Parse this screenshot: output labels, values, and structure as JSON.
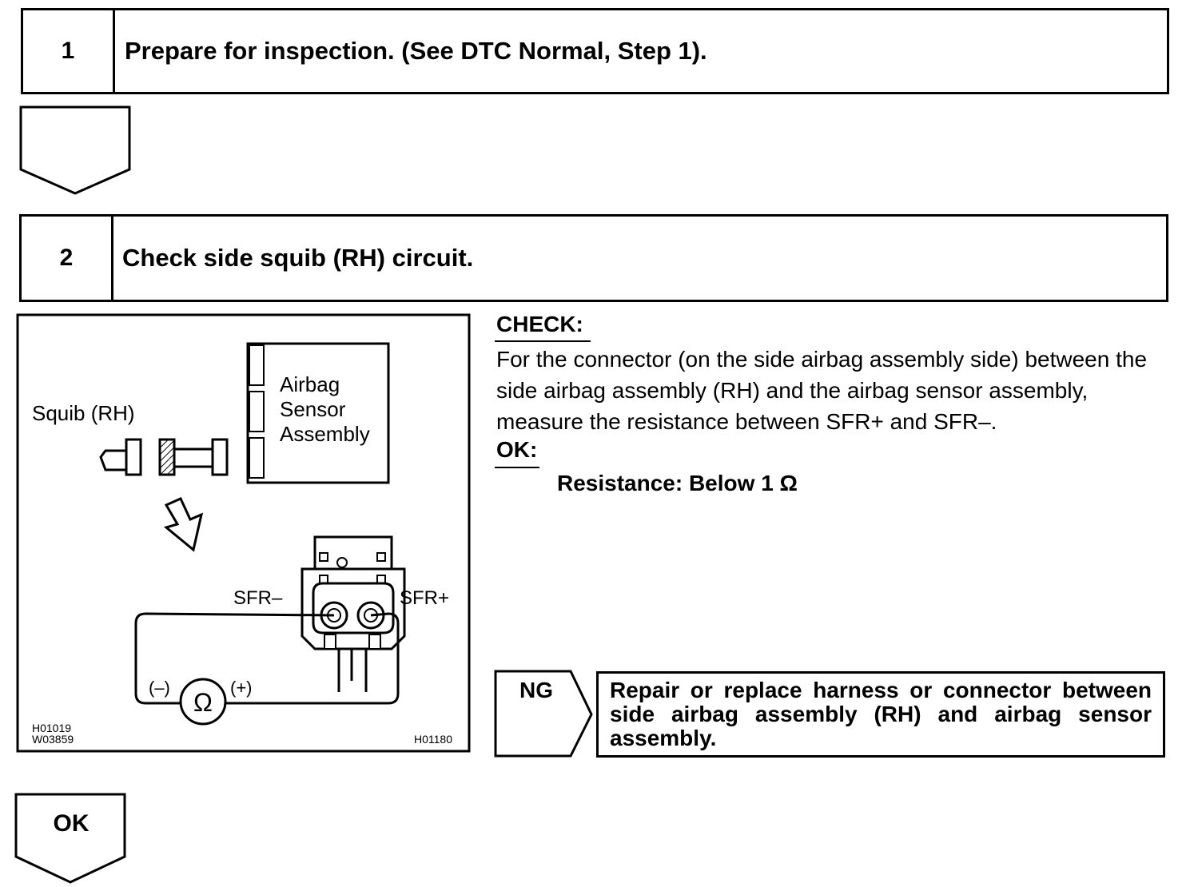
{
  "steps": [
    {
      "number": "1",
      "title": "Prepare for inspection. (See DTC Normal, Step 1)."
    },
    {
      "number": "2",
      "title": "Check side squib (RH) circuit."
    }
  ],
  "diagram": {
    "squib_label": "Squib (RH)",
    "sensor_line1": "Airbag",
    "sensor_line2": "Sensor",
    "sensor_line3": "Assembly",
    "sfr_minus": "SFR–",
    "sfr_plus": "SFR+",
    "neg": "(–)",
    "pos": "(+)",
    "ohm": "Ω",
    "code1": "H01019",
    "code2": "W03859",
    "code3": "H01180"
  },
  "check": {
    "heading": "CHECK:",
    "text": "For the connector (on the side airbag assembly side) between the side airbag assembly (RH) and the airbag sensor assembly, measure the resistance between SFR+ and SFR–.",
    "ok_heading": "OK:",
    "spec": "Resistance: Below 1 Ω"
  },
  "ng": {
    "label": "NG",
    "action": "Repair or replace harness or connector between side airbag assembly (RH) and airbag sensor assembly."
  },
  "ok": {
    "label": "OK"
  }
}
